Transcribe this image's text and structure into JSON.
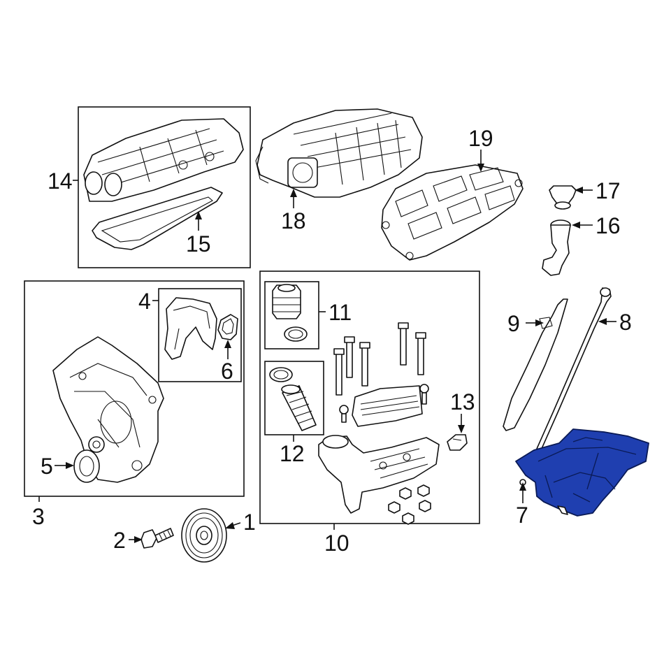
{
  "callouts": {
    "c1": "1",
    "c2": "2",
    "c3": "3",
    "c4": "4",
    "c5": "5",
    "c6": "6",
    "c7": "7",
    "c8": "8",
    "c9": "9",
    "c10": "10",
    "c11": "11",
    "c12": "12",
    "c13": "13",
    "c14": "14",
    "c15": "15",
    "c16": "16",
    "c17": "17",
    "c18": "18",
    "c19": "19"
  },
  "highlighted_part": "7",
  "colors": {
    "highlight_fill": "#1f3fb0",
    "line": "#111111",
    "background": "#ffffff"
  }
}
